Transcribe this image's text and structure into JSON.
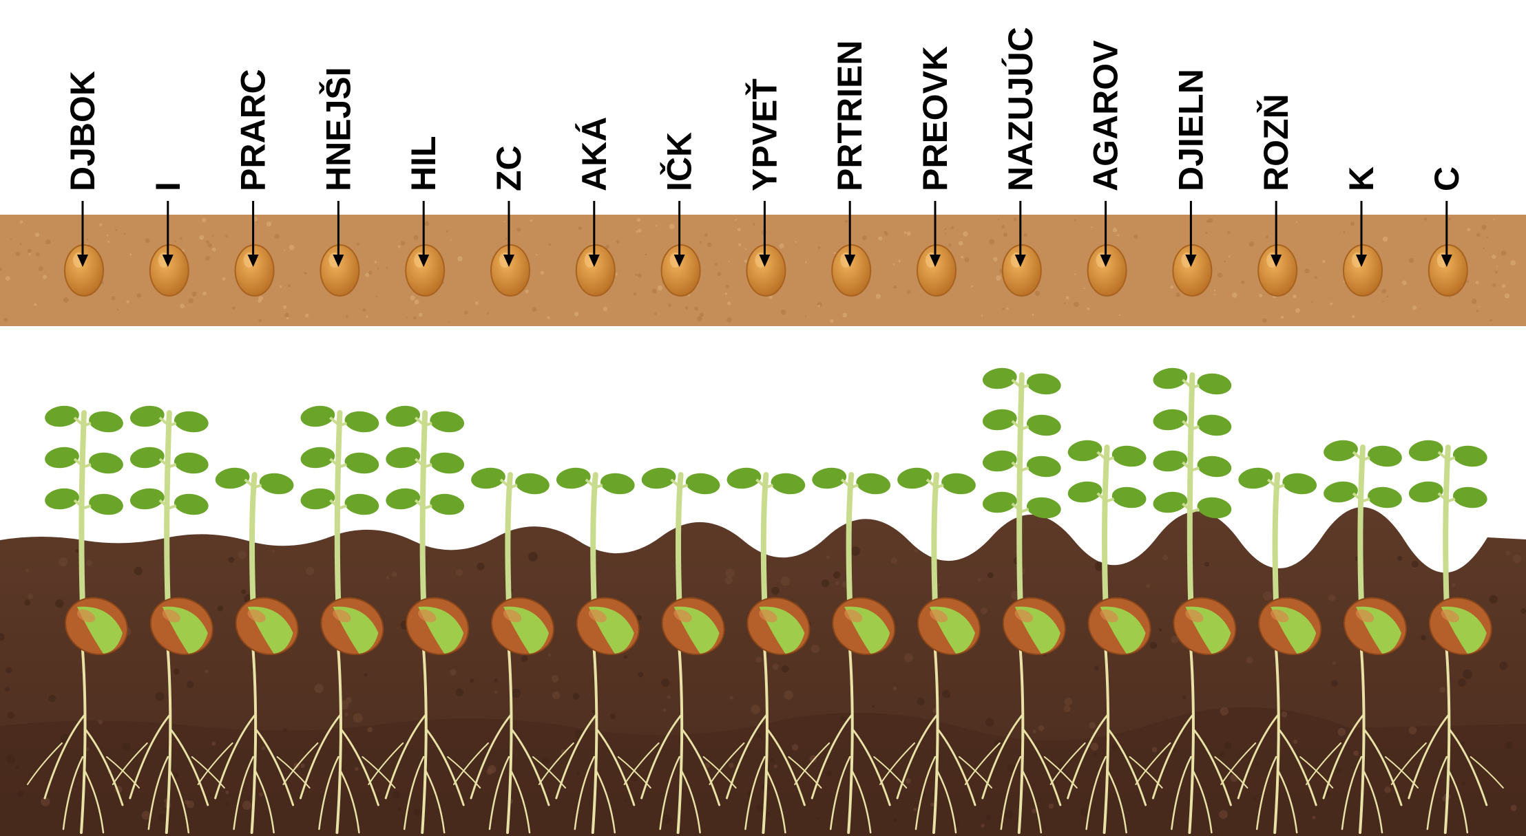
{
  "labels": [
    "DJBOK",
    "I",
    "PRARC",
    "HNEJŠI",
    "HIL",
    "ZC",
    "AKÁ",
    "IČK",
    "YPVEŤ",
    "PRTRIEN",
    "PREOVK",
    "NAZUJÚC",
    "AGAROV",
    "DJIELN",
    "ROZŇ",
    "K",
    "C"
  ],
  "plants": [
    {
      "leaf_pairs": 3
    },
    {
      "leaf_pairs": 3
    },
    {
      "leaf_pairs": 1
    },
    {
      "leaf_pairs": 3
    },
    {
      "leaf_pairs": 3
    },
    {
      "leaf_pairs": 1
    },
    {
      "leaf_pairs": 1
    },
    {
      "leaf_pairs": 1
    },
    {
      "leaf_pairs": 1
    },
    {
      "leaf_pairs": 1
    },
    {
      "leaf_pairs": 1
    },
    {
      "leaf_pairs": 4
    },
    {
      "leaf_pairs": 2
    },
    {
      "leaf_pairs": 4
    },
    {
      "leaf_pairs": 1
    },
    {
      "leaf_pairs": 2
    },
    {
      "leaf_pairs": 2
    }
  ],
  "colors": {
    "seed_soil": "#c58e58",
    "seed": "#d28a37",
    "dark_soil": "#5a3726",
    "deep_soil": "#4a2c1e",
    "leaf": "#6aa52a",
    "stem": "#c9dc8e",
    "root": "#e8e2a6",
    "label": "#000000"
  }
}
